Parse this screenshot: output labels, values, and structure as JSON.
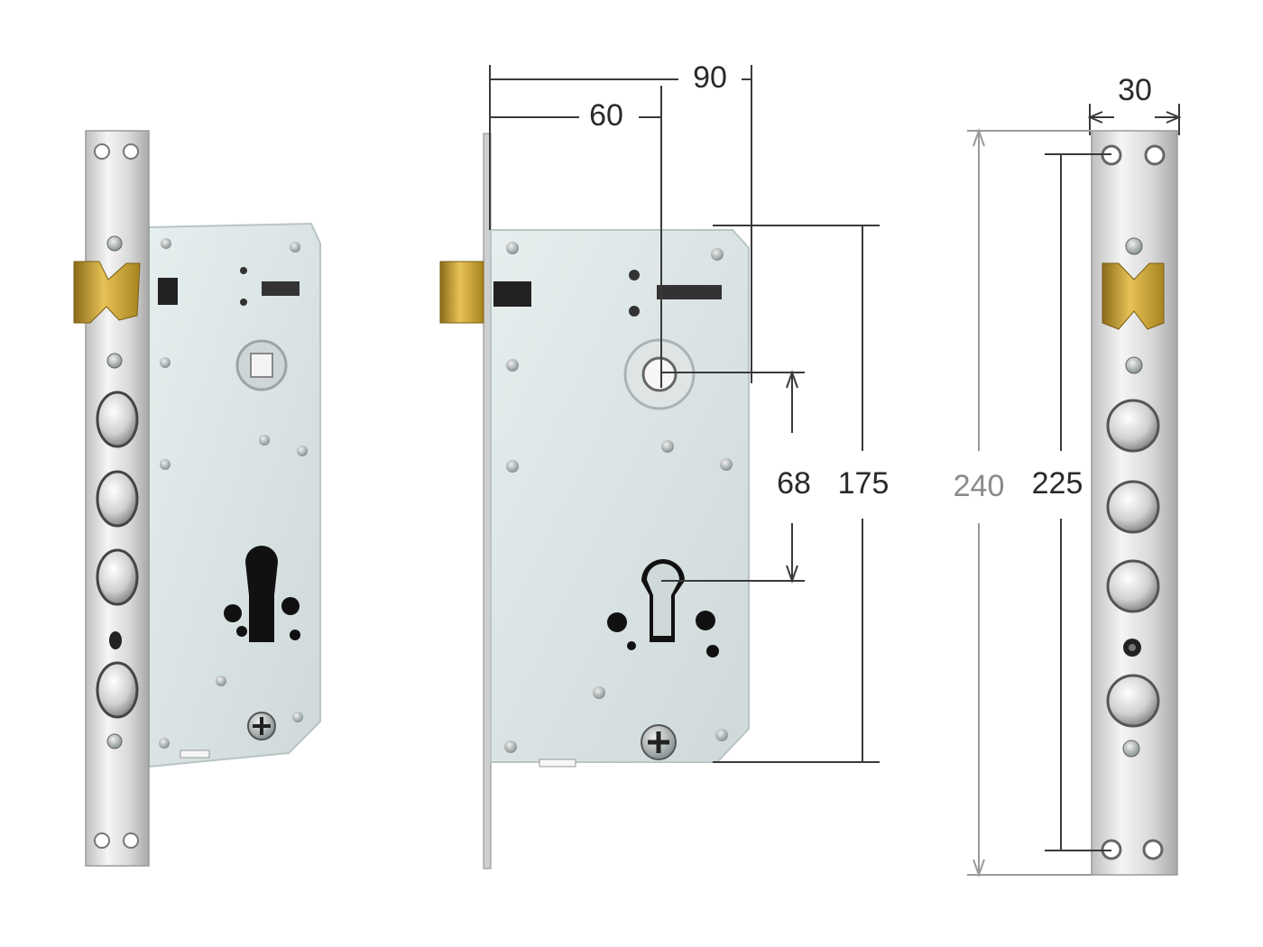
{
  "diagram": {
    "views": [
      "side-view",
      "front-view",
      "faceplate-view"
    ],
    "dimensions": {
      "backset_90": "90",
      "backset_60": "60",
      "center_distance": "68",
      "case_height": "175",
      "faceplate_length": "240",
      "screw_spacing": "225",
      "faceplate_width": "30"
    },
    "colors": {
      "case": "#dfe8e8",
      "faceplate": "#e4e4e4",
      "latch": "#c9a338",
      "dimension_line": "#3a3a3a",
      "dimension_light": "#9a9a9a"
    }
  }
}
